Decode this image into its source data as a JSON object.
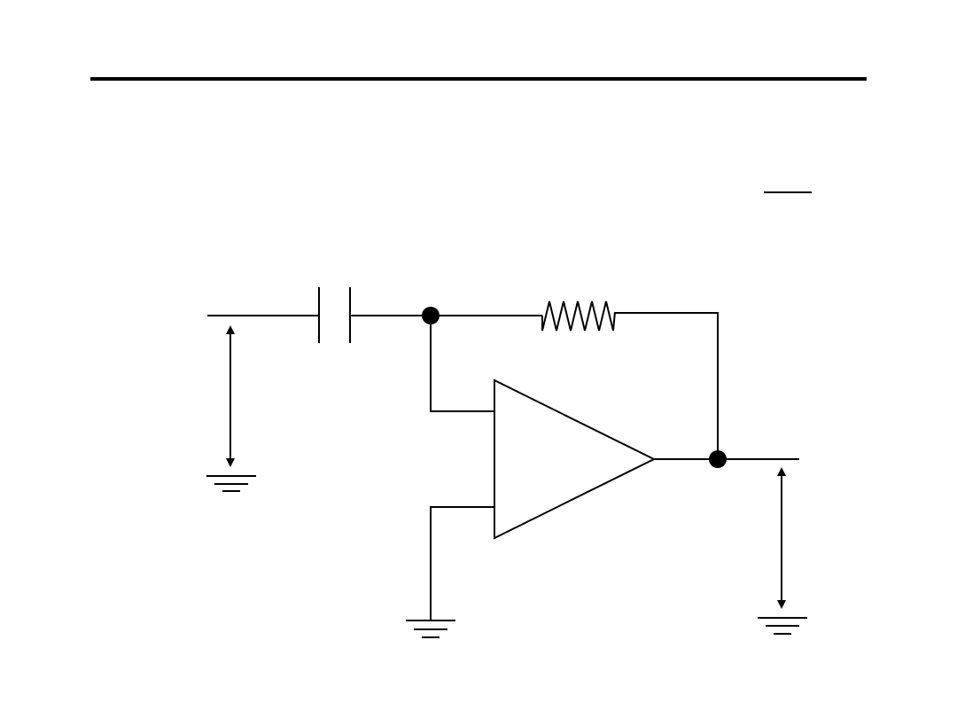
{
  "slide": {
    "title": "",
    "colors": {
      "background": "#ffffff",
      "ink": "#000000"
    }
  },
  "diagram": {
    "components": [
      {
        "kind": "capacitor",
        "icon": "capacitor-icon"
      },
      {
        "kind": "resistor",
        "icon": "resistor-icon"
      },
      {
        "kind": "op-amp",
        "icon": "op-amp-icon"
      },
      {
        "kind": "ground",
        "icon": "ground-icon",
        "count": 3
      },
      {
        "kind": "junction-node",
        "count": 2
      },
      {
        "kind": "voltage-arrow",
        "count": 2
      }
    ]
  }
}
